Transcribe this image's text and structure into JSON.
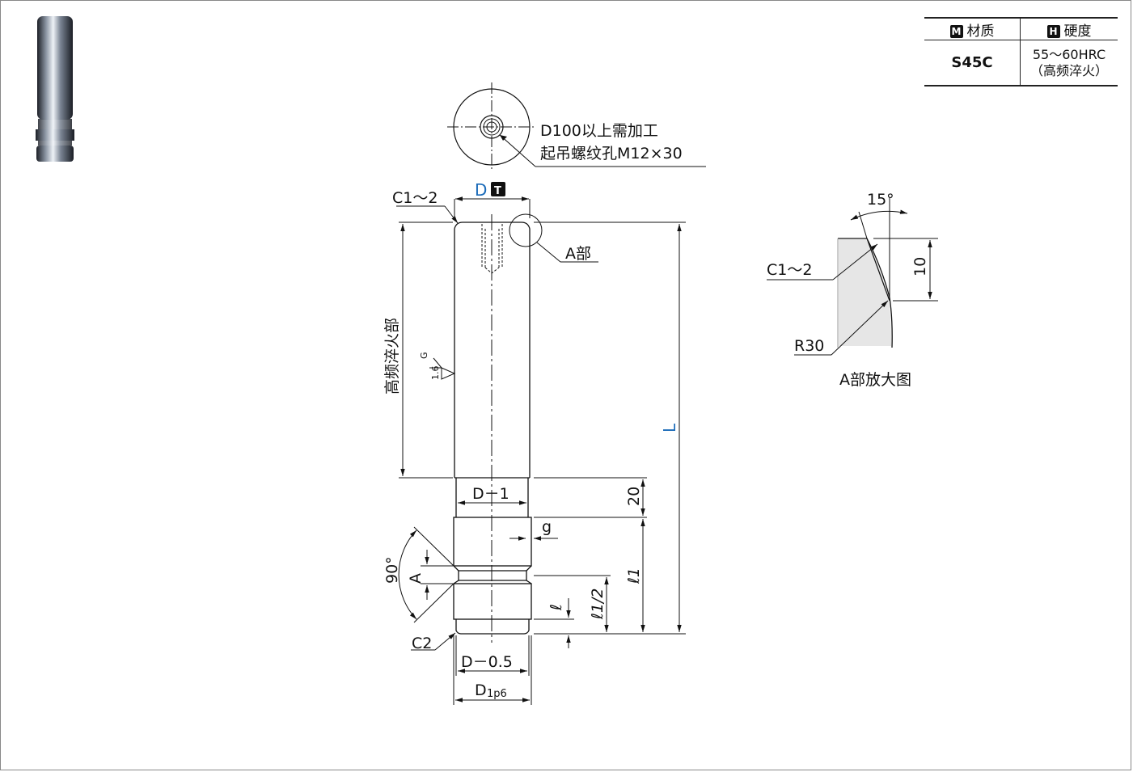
{
  "spec": {
    "material_badge": "M",
    "material_header": "材质",
    "hardness_badge": "H",
    "hardness_header": "硬度",
    "material_value": "S45C",
    "hardness_value_1": "55～60HRC",
    "hardness_value_2": "（高频淬火）"
  },
  "labels": {
    "top_note_1": "D100以上需加工",
    "top_note_2": "起吊螺纹孔M12×30",
    "dim_D": "D",
    "dim_D_badge": "T",
    "chamfer_top": "C1～2",
    "a_part": "A部",
    "hardened_zone": "高频淬火部",
    "surface_G": "G",
    "surface_roughness": "1.6",
    "dim_L": "L",
    "dim_D_minus_1": "D－1",
    "dim_20": "20",
    "dim_g": "g",
    "angle_90": "90°",
    "dim_A": "A",
    "dim_l1": "ℓ1",
    "dim_l1_half": "ℓ1/2",
    "dim_l": "ℓ",
    "chamfer_C2": "C2",
    "dim_D_minus_05": "D－0.5",
    "dim_D1": "D",
    "dim_D1_sub": "1p6"
  },
  "detail": {
    "angle": "15°",
    "chamfer": "C1～2",
    "dim_10": "10",
    "radius": "R30",
    "title": "A部放大图"
  },
  "colors": {
    "accent_blue": "#1a6ab8",
    "line": "#111111"
  }
}
